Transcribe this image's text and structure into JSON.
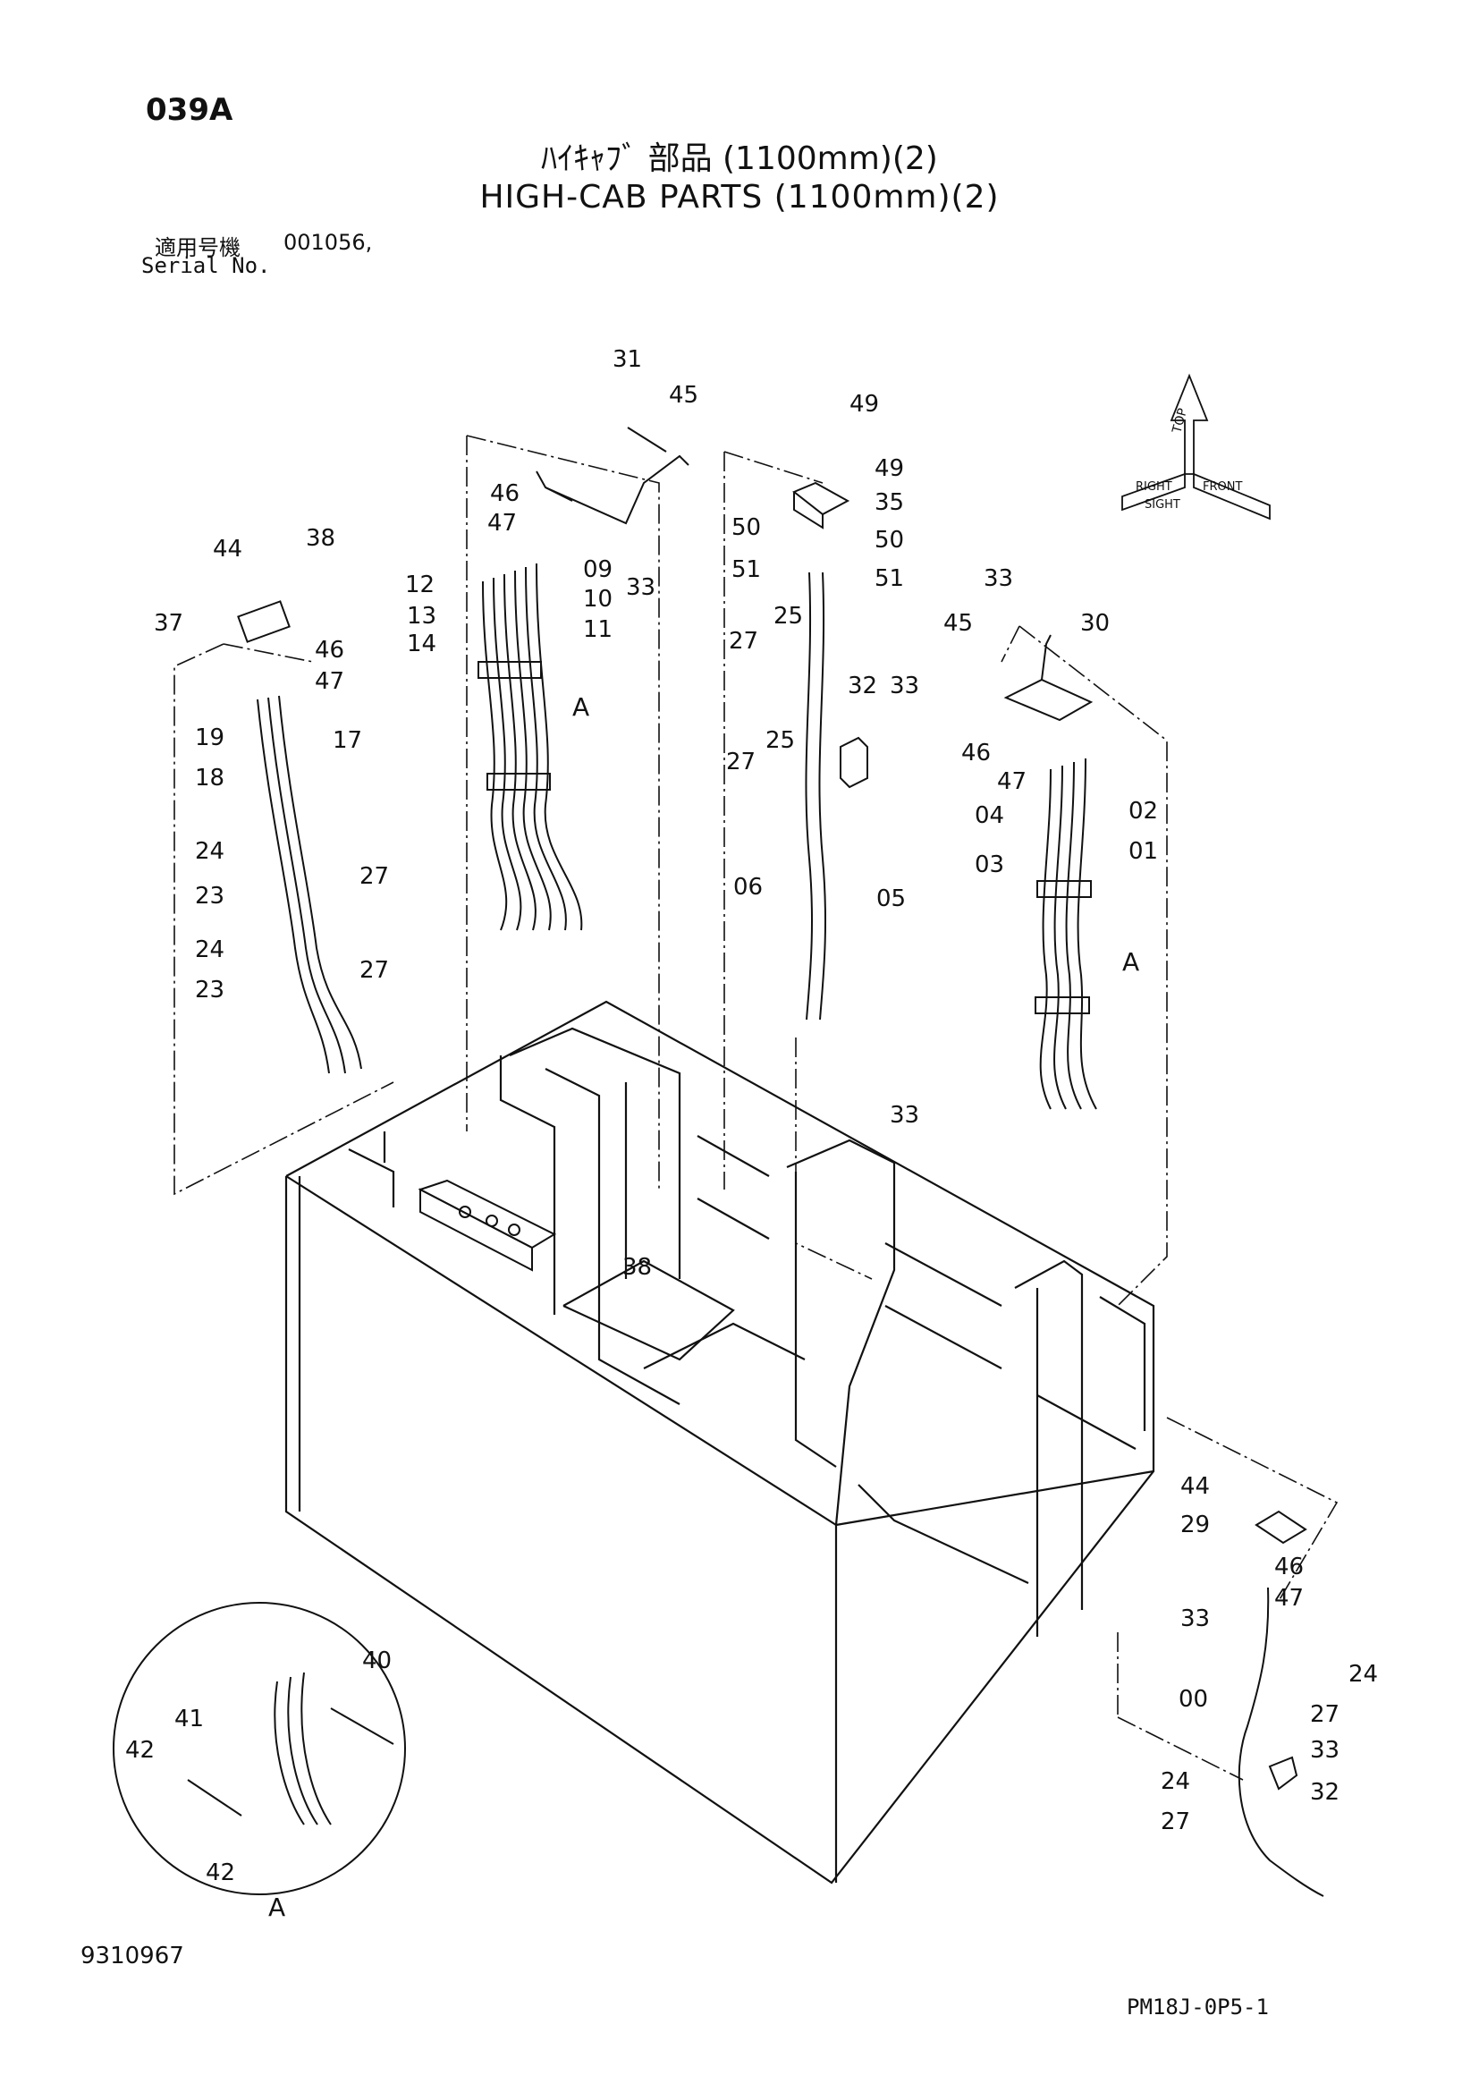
{
  "header": {
    "page_code": "039A",
    "title_jp": "ﾊｲｷｬﾌﾞ 部品 (1100mm)(2)",
    "title_en": "HIGH-CAB PARTS (1100mm)(2)",
    "serial_label_jp": "適用号機",
    "serial_value": "001056,",
    "serial_label_en": "Serial No."
  },
  "footer": {
    "figure_number": "9310967",
    "drawing_code": "PM18J-0P5-1"
  },
  "detail": {
    "marker": "A",
    "circle_label": "A"
  },
  "orientation": {
    "top": "TOP",
    "right": "RIGHT",
    "front": "FRONT",
    "sight": "SIGHT"
  },
  "callouts": [
    "31",
    "45",
    "46",
    "47",
    "33",
    "12",
    "13",
    "14",
    "09",
    "10",
    "11",
    "49",
    "49",
    "35",
    "50",
    "50",
    "51",
    "51",
    "44",
    "38",
    "37",
    "46",
    "47",
    "19",
    "17",
    "18",
    "24",
    "27",
    "23",
    "24",
    "27",
    "23",
    "25",
    "27",
    "32",
    "33",
    "25",
    "27",
    "06",
    "05",
    "33",
    "45",
    "30",
    "46",
    "47",
    "04",
    "02",
    "03",
    "01",
    "33",
    "38",
    "44",
    "29",
    "46",
    "33",
    "47",
    "24",
    "00",
    "27",
    "33",
    "24",
    "32",
    "27",
    "40",
    "41",
    "42",
    "42"
  ]
}
